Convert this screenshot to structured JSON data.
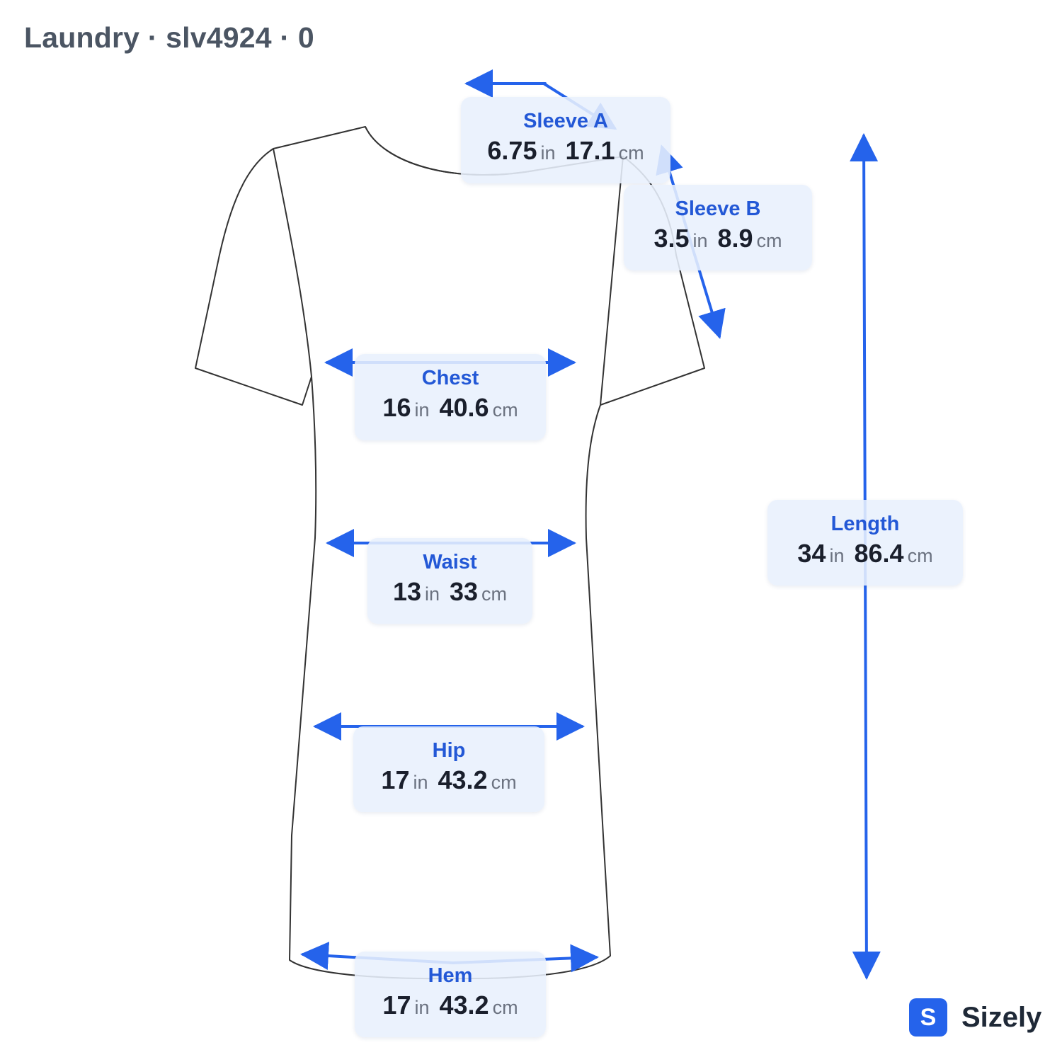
{
  "header": {
    "title": "Laundry · slv4924 · 0"
  },
  "colors": {
    "accent": "#2563eb",
    "label_bg": "#e8f0fd",
    "label_name": "#2358d6",
    "value_text": "#1a1f2c",
    "unit_text": "#6b7280",
    "outline": "#333333"
  },
  "measurements": [
    {
      "id": "sleeve-a",
      "name": "Sleeve A",
      "in": "6.75",
      "in_unit": "in",
      "cm": "17.1",
      "cm_unit": "cm"
    },
    {
      "id": "sleeve-b",
      "name": "Sleeve B",
      "in": "3.5",
      "in_unit": "in",
      "cm": "8.9",
      "cm_unit": "cm"
    },
    {
      "id": "chest",
      "name": "Chest",
      "in": "16",
      "in_unit": "in",
      "cm": "40.6",
      "cm_unit": "cm"
    },
    {
      "id": "waist",
      "name": "Waist",
      "in": "13",
      "in_unit": "in",
      "cm": "33",
      "cm_unit": "cm"
    },
    {
      "id": "hip",
      "name": "Hip",
      "in": "17",
      "in_unit": "in",
      "cm": "43.2",
      "cm_unit": "cm"
    },
    {
      "id": "hem",
      "name": "Hem",
      "in": "17",
      "in_unit": "in",
      "cm": "43.2",
      "cm_unit": "cm"
    },
    {
      "id": "length",
      "name": "Length",
      "in": "34",
      "in_unit": "in",
      "cm": "86.4",
      "cm_unit": "cm"
    }
  ],
  "brand": {
    "icon_letter": "S",
    "name": "Sizely",
    "icon": "sizely-logo-icon"
  }
}
